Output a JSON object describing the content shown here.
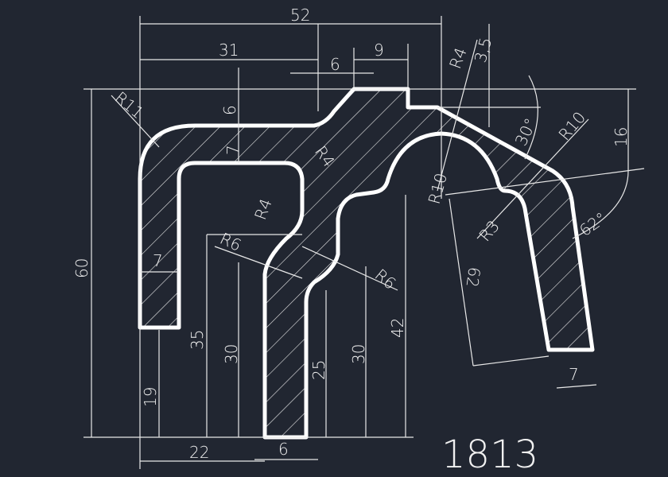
{
  "drawing": {
    "part_number": "1813",
    "colors": {
      "background": "#212631",
      "lines": "#ffffff"
    },
    "dimensions": {
      "overall_width": "52",
      "top_left_width": "31",
      "step_width": "6",
      "top_width": "9",
      "offset": "3,5",
      "radius_top_corner": "R4",
      "radius_outer_left": "R11",
      "top_drop": "6",
      "wall_thickness_top": "7",
      "radius_inner": "R4",
      "radius_mid": "R4",
      "radius_arch_left": "R10",
      "radius_arch_right": "R10",
      "angle_top": "30°",
      "right_height": "16",
      "radius_small": "R3",
      "angle_right": "62°",
      "overall_height": "60",
      "left_leg_width": "7",
      "height_35": "35",
      "radius_r6_left": "R6",
      "height_30_left": "30",
      "radius_r6_right": "R6",
      "height_25": "25",
      "height_30_right": "30",
      "height_42": "42",
      "right_leg_length": "62",
      "left_leg_height": "19",
      "bottom_offset": "22",
      "center_leg_width": "6",
      "right_leg_width": "7"
    }
  }
}
